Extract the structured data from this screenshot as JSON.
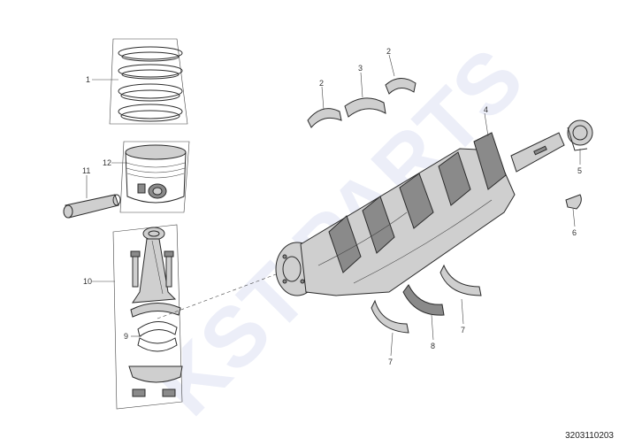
{
  "watermark": "KST PARTS",
  "drawing_code": "3203110203",
  "callouts": [
    "1",
    "2",
    "3",
    "2",
    "4",
    "5",
    "6",
    "7",
    "7",
    "8",
    "7",
    "9",
    "10",
    "11",
    "12"
  ]
}
